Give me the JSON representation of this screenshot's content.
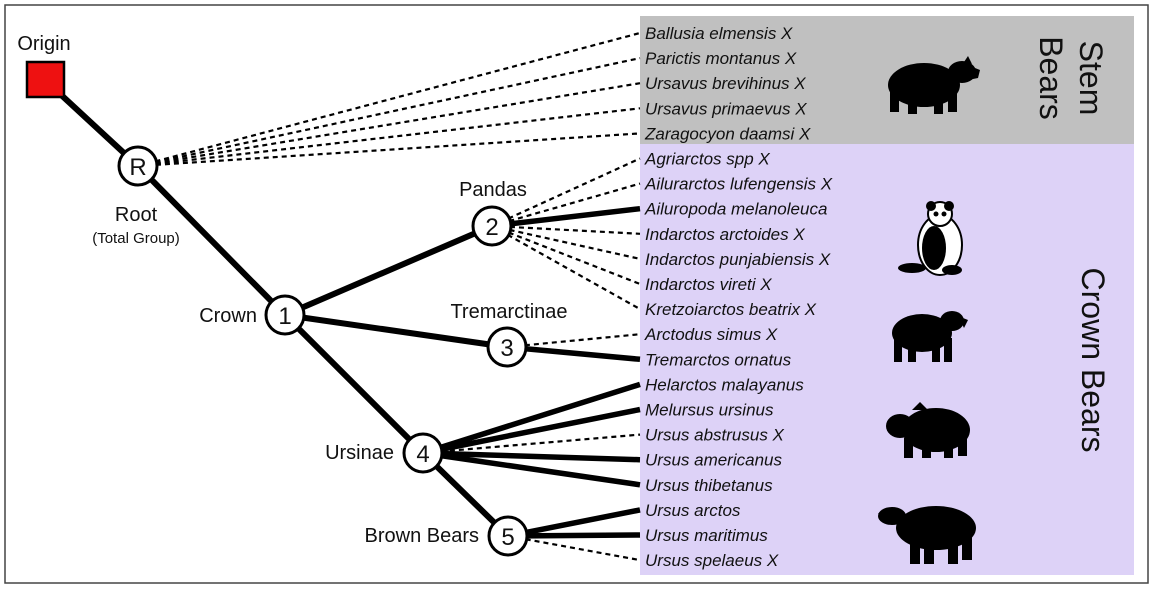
{
  "origin_label": "Origin",
  "root": {
    "symbol": "R",
    "label": "Root",
    "sublabel": "(Total Group)"
  },
  "nodes": [
    {
      "id": "1",
      "label": "Crown"
    },
    {
      "id": "2",
      "label": "Pandas"
    },
    {
      "id": "3",
      "label": "Tremarctinae"
    },
    {
      "id": "4",
      "label": "Ursinae"
    },
    {
      "id": "5",
      "label": "Brown Bears"
    }
  ],
  "groups": {
    "stem": {
      "line1": "Stem",
      "line2": "Bears",
      "color": "#c0c0c0"
    },
    "crown": {
      "label": "Crown Bears",
      "color": "#ddd2f7"
    }
  },
  "colors": {
    "origin": "#ee1111",
    "branch": "#000000"
  },
  "taxa": [
    {
      "name": "Ballusia elmensis X",
      "parent": "R",
      "extinct": true
    },
    {
      "name": "Parictis montanus X",
      "parent": "R",
      "extinct": true
    },
    {
      "name": "Ursavus brevihinus X",
      "parent": "R",
      "extinct": true
    },
    {
      "name": "Ursavus primaevus X",
      "parent": "R",
      "extinct": true
    },
    {
      "name": "Zaragocyon daamsi X",
      "parent": "R",
      "extinct": true
    },
    {
      "name": "Agriarctos spp X",
      "parent": "2",
      "extinct": true
    },
    {
      "name": "Ailurarctos lufengensis X",
      "parent": "2",
      "extinct": true
    },
    {
      "name": "Ailuropoda melanoleuca",
      "parent": "2",
      "extinct": false
    },
    {
      "name": "Indarctos arctoides X",
      "parent": "2",
      "extinct": true
    },
    {
      "name": "Indarctos punjabiensis X",
      "parent": "2",
      "extinct": true
    },
    {
      "name": "Indarctos vireti X",
      "parent": "2",
      "extinct": true
    },
    {
      "name": "Kretzoiarctos beatrix X",
      "parent": "2",
      "extinct": true
    },
    {
      "name": "Arctodus simus X",
      "parent": "3",
      "extinct": true
    },
    {
      "name": "Tremarctos ornatus",
      "parent": "3",
      "extinct": false
    },
    {
      "name": "Helarctos malayanus",
      "parent": "4",
      "extinct": false
    },
    {
      "name": "Melursus ursinus",
      "parent": "4",
      "extinct": false
    },
    {
      "name": "Ursus abstrusus X",
      "parent": "4",
      "extinct": true
    },
    {
      "name": "Ursus americanus",
      "parent": "4",
      "extinct": false
    },
    {
      "name": "Ursus thibetanus",
      "parent": "4",
      "extinct": false
    },
    {
      "name": "Ursus arctos",
      "parent": "5",
      "extinct": false
    },
    {
      "name": "Ursus maritimus",
      "parent": "5",
      "extinct": false
    },
    {
      "name": "Ursus spelaeus X",
      "parent": "5",
      "extinct": true
    }
  ],
  "silhouettes": [
    "stem-bear-icon",
    "panda-icon",
    "spectacled-bear-icon",
    "sloth-bear-icon",
    "polar-bear-icon"
  ]
}
